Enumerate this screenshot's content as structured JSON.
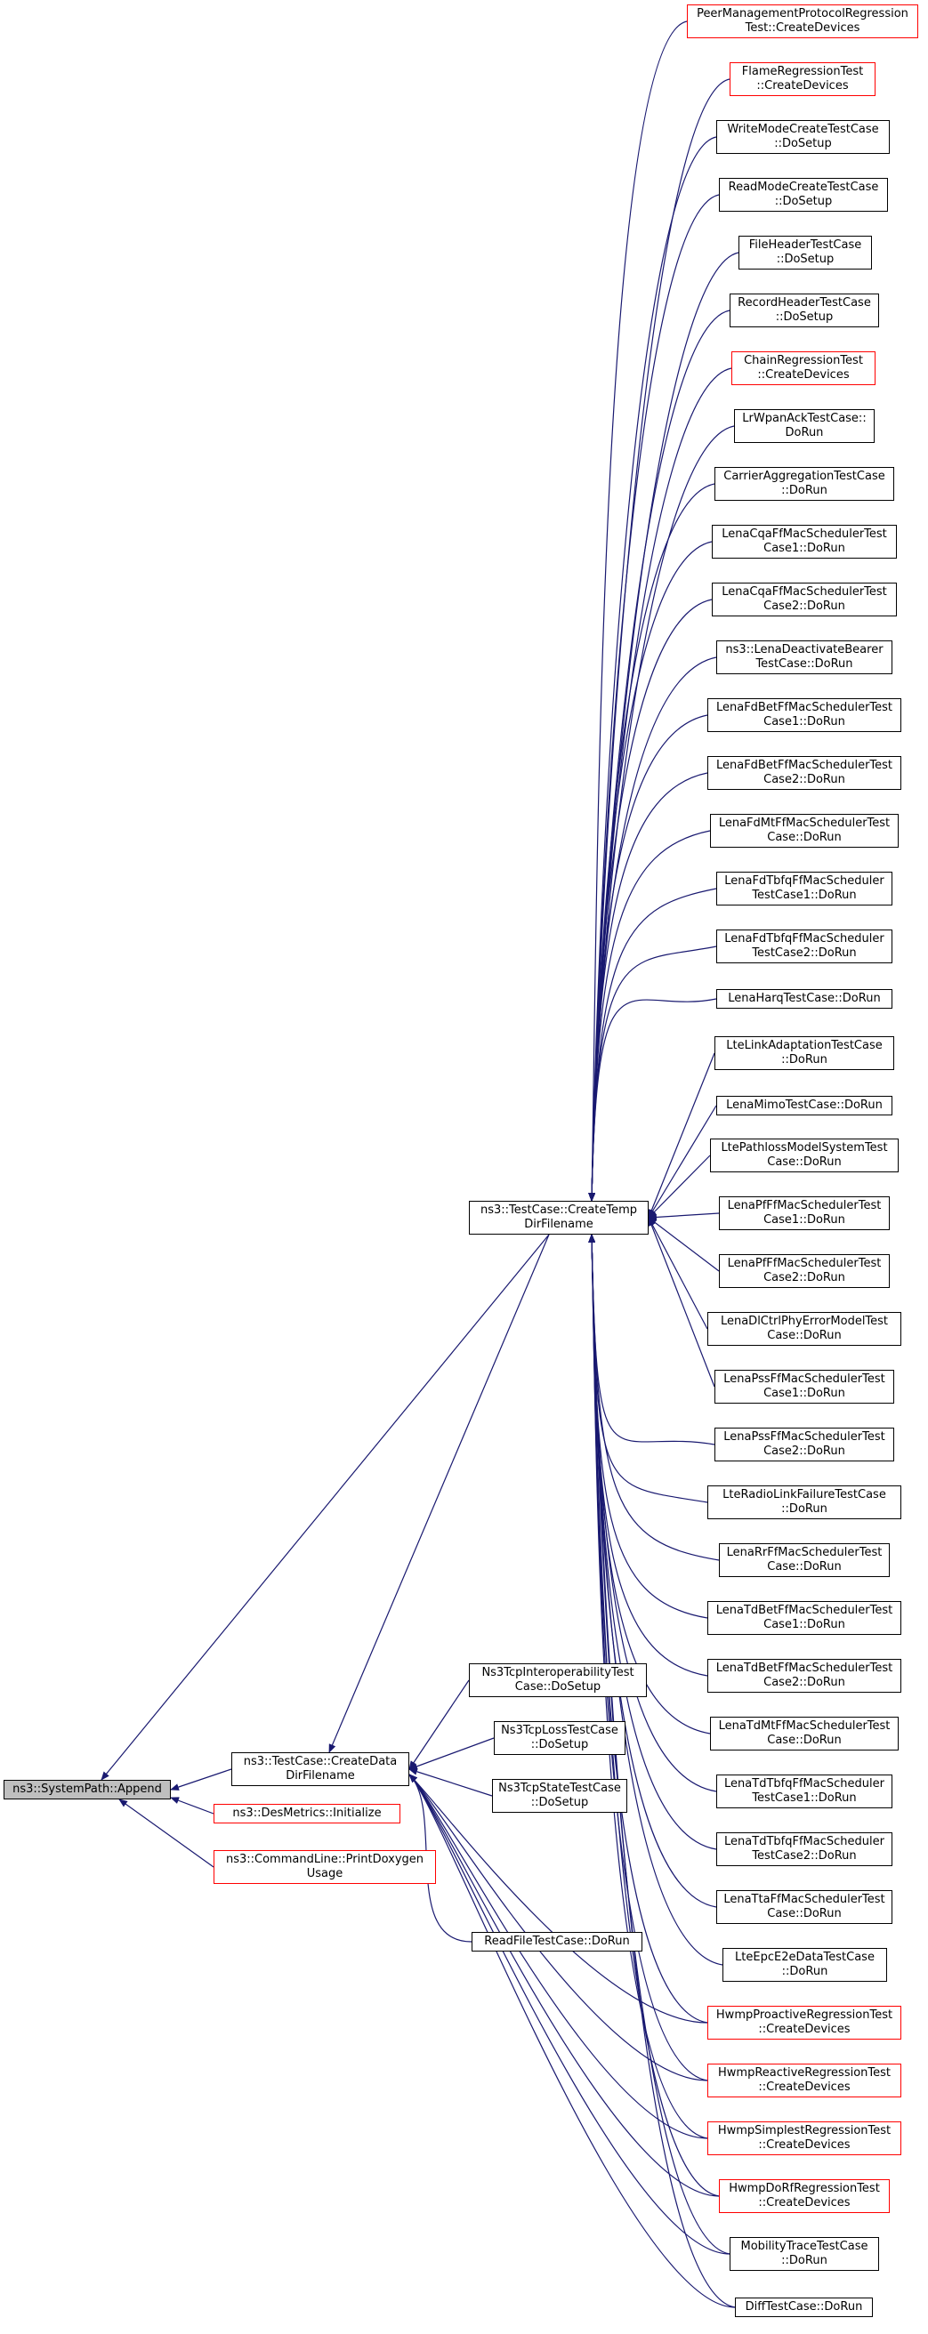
{
  "diagram": {
    "title": "",
    "root": {
      "id": "append",
      "label": "ns3::SystemPath::Append",
      "style": "root"
    },
    "nodes": [
      {
        "id": "peer",
        "label": "PeerManagementProtocolRegression\nTest::CreateDevices",
        "style": "red"
      },
      {
        "id": "flame",
        "label": "FlameRegressionTest\n::CreateDevices",
        "style": "red"
      },
      {
        "id": "writemode",
        "label": "WriteModeCreateTestCase\n::DoSetup",
        "style": "black"
      },
      {
        "id": "readmode",
        "label": "ReadModeCreateTestCase\n::DoSetup",
        "style": "black"
      },
      {
        "id": "fileheader",
        "label": "FileHeaderTestCase\n::DoSetup",
        "style": "black"
      },
      {
        "id": "recordheader",
        "label": "RecordHeaderTestCase\n::DoSetup",
        "style": "black"
      },
      {
        "id": "chain",
        "label": "ChainRegressionTest\n::CreateDevices",
        "style": "red"
      },
      {
        "id": "lrwpan",
        "label": "LrWpanAckTestCase::\nDoRun",
        "style": "black"
      },
      {
        "id": "carrier",
        "label": "CarrierAggregationTestCase\n::DoRun",
        "style": "black"
      },
      {
        "id": "cqa1",
        "label": "LenaCqaFfMacSchedulerTest\nCase1::DoRun",
        "style": "black"
      },
      {
        "id": "cqa2",
        "label": "LenaCqaFfMacSchedulerTest\nCase2::DoRun",
        "style": "black"
      },
      {
        "id": "deactivate",
        "label": "ns3::LenaDeactivateBearer\nTestCase::DoRun",
        "style": "black"
      },
      {
        "id": "fdbet1",
        "label": "LenaFdBetFfMacSchedulerTest\nCase1::DoRun",
        "style": "black"
      },
      {
        "id": "fdbet2",
        "label": "LenaFdBetFfMacSchedulerTest\nCase2::DoRun",
        "style": "black"
      },
      {
        "id": "fdmt",
        "label": "LenaFdMtFfMacSchedulerTest\nCase::DoRun",
        "style": "black"
      },
      {
        "id": "fdtbfq1",
        "label": "LenaFdTbfqFfMacScheduler\nTestCase1::DoRun",
        "style": "black"
      },
      {
        "id": "fdtbfq2",
        "label": "LenaFdTbfqFfMacScheduler\nTestCase2::DoRun",
        "style": "black"
      },
      {
        "id": "harq",
        "label": "LenaHarqTestCase::DoRun",
        "style": "black"
      },
      {
        "id": "linkadapt",
        "label": "LteLinkAdaptationTestCase\n::DoRun",
        "style": "black"
      },
      {
        "id": "mimo",
        "label": "LenaMimoTestCase::DoRun",
        "style": "black"
      },
      {
        "id": "pathloss",
        "label": "LtePathlossModelSystemTest\nCase::DoRun",
        "style": "black"
      },
      {
        "id": "pf1",
        "label": "LenaPfFfMacSchedulerTest\nCase1::DoRun",
        "style": "black"
      },
      {
        "id": "pf2",
        "label": "LenaPfFfMacSchedulerTest\nCase2::DoRun",
        "style": "black"
      },
      {
        "id": "dlctrl",
        "label": "LenaDlCtrlPhyErrorModelTest\nCase::DoRun",
        "style": "black"
      },
      {
        "id": "pss1",
        "label": "LenaPssFfMacSchedulerTest\nCase1::DoRun",
        "style": "black"
      },
      {
        "id": "pss2",
        "label": "LenaPssFfMacSchedulerTest\nCase2::DoRun",
        "style": "black"
      },
      {
        "id": "rlf",
        "label": "LteRadioLinkFailureTestCase\n::DoRun",
        "style": "black"
      },
      {
        "id": "rr",
        "label": "LenaRrFfMacSchedulerTest\nCase::DoRun",
        "style": "black"
      },
      {
        "id": "tdbet1",
        "label": "LenaTdBetFfMacSchedulerTest\nCase1::DoRun",
        "style": "black"
      },
      {
        "id": "tdbet2",
        "label": "LenaTdBetFfMacSchedulerTest\nCase2::DoRun",
        "style": "black"
      },
      {
        "id": "tdmt",
        "label": "LenaTdMtFfMacSchedulerTest\nCase::DoRun",
        "style": "black"
      },
      {
        "id": "tdtbfq1",
        "label": "LenaTdTbfqFfMacScheduler\nTestCase1::DoRun",
        "style": "black"
      },
      {
        "id": "tdtbfq2",
        "label": "LenaTdTbfqFfMacScheduler\nTestCase2::DoRun",
        "style": "black"
      },
      {
        "id": "tta",
        "label": "LenaTtaFfMacSchedulerTest\nCase::DoRun",
        "style": "black"
      },
      {
        "id": "epce2e",
        "label": "LteEpcE2eDataTestCase\n::DoRun",
        "style": "black"
      },
      {
        "id": "hwmpproactive",
        "label": "HwmpProactiveRegressionTest\n::CreateDevices",
        "style": "red"
      },
      {
        "id": "hwmpreactive",
        "label": "HwmpReactiveRegressionTest\n::CreateDevices",
        "style": "red"
      },
      {
        "id": "hwmpsimplest",
        "label": "HwmpSimplestRegressionTest\n::CreateDevices",
        "style": "red"
      },
      {
        "id": "hwmpdorf",
        "label": "HwmpDoRfRegressionTest\n::CreateDevices",
        "style": "red"
      },
      {
        "id": "mobility",
        "label": "MobilityTraceTestCase\n::DoRun",
        "style": "black"
      },
      {
        "id": "difftest",
        "label": "DiffTestCase::DoRun",
        "style": "black"
      },
      {
        "id": "createtemp",
        "label": "ns3::TestCase::CreateTemp\nDirFilename",
        "style": "black"
      },
      {
        "id": "ns3tcpinterop",
        "label": "Ns3TcpInteroperabilityTest\nCase::DoSetup",
        "style": "black"
      },
      {
        "id": "ns3tcploss",
        "label": "Ns3TcpLossTestCase\n::DoSetup",
        "style": "black"
      },
      {
        "id": "ns3tcpstate",
        "label": "Ns3TcpStateTestCase\n::DoSetup",
        "style": "black"
      },
      {
        "id": "readfile",
        "label": "ReadFileTestCase::DoRun",
        "style": "black"
      },
      {
        "id": "createdata",
        "label": "ns3::TestCase::CreateData\nDirFilename",
        "style": "black"
      },
      {
        "id": "desmetrics",
        "label": "ns3::DesMetrics::Initialize",
        "style": "red"
      },
      {
        "id": "cmdline",
        "label": "ns3::CommandLine::PrintDoxygen\nUsage",
        "style": "red"
      }
    ],
    "edges": [
      [
        "createtemp",
        "append"
      ],
      [
        "createdata",
        "append"
      ],
      [
        "desmetrics",
        "append"
      ],
      [
        "cmdline",
        "append"
      ],
      [
        "createtemp",
        "createdata"
      ],
      [
        "ns3tcpinterop",
        "createdata"
      ],
      [
        "ns3tcploss",
        "createdata"
      ],
      [
        "ns3tcpstate",
        "createdata"
      ],
      [
        "readfile",
        "createdata"
      ],
      [
        "hwmpproactive",
        "createdata"
      ],
      [
        "hwmpreactive",
        "createdata"
      ],
      [
        "hwmpsimplest",
        "createdata"
      ],
      [
        "hwmpdorf",
        "createdata"
      ],
      [
        "mobility",
        "createdata"
      ],
      [
        "difftest",
        "createdata"
      ],
      [
        "peer",
        "createtemp"
      ],
      [
        "flame",
        "createtemp"
      ],
      [
        "writemode",
        "createtemp"
      ],
      [
        "readmode",
        "createtemp"
      ],
      [
        "fileheader",
        "createtemp"
      ],
      [
        "recordheader",
        "createtemp"
      ],
      [
        "chain",
        "createtemp"
      ],
      [
        "lrwpan",
        "createtemp"
      ],
      [
        "carrier",
        "createtemp"
      ],
      [
        "cqa1",
        "createtemp"
      ],
      [
        "cqa2",
        "createtemp"
      ],
      [
        "deactivate",
        "createtemp"
      ],
      [
        "fdbet1",
        "createtemp"
      ],
      [
        "fdbet2",
        "createtemp"
      ],
      [
        "fdmt",
        "createtemp"
      ],
      [
        "fdtbfq1",
        "createtemp"
      ],
      [
        "fdtbfq2",
        "createtemp"
      ],
      [
        "harq",
        "createtemp"
      ],
      [
        "linkadapt",
        "createtemp"
      ],
      [
        "mimo",
        "createtemp"
      ],
      [
        "pathloss",
        "createtemp"
      ],
      [
        "pf1",
        "createtemp"
      ],
      [
        "pf2",
        "createtemp"
      ],
      [
        "dlctrl",
        "createtemp"
      ],
      [
        "pss1",
        "createtemp"
      ],
      [
        "pss2",
        "createtemp"
      ],
      [
        "rlf",
        "createtemp"
      ],
      [
        "rr",
        "createtemp"
      ],
      [
        "tdbet1",
        "createtemp"
      ],
      [
        "tdbet2",
        "createtemp"
      ],
      [
        "tdmt",
        "createtemp"
      ],
      [
        "tdtbfq1",
        "createtemp"
      ],
      [
        "tdtbfq2",
        "createtemp"
      ],
      [
        "tta",
        "createtemp"
      ],
      [
        "epce2e",
        "createtemp"
      ],
      [
        "hwmpproactive",
        "createtemp"
      ],
      [
        "hwmpreactive",
        "createtemp"
      ],
      [
        "hwmpsimplest",
        "createtemp"
      ],
      [
        "hwmpdorf",
        "createtemp"
      ],
      [
        "mobility",
        "createtemp"
      ],
      [
        "difftest",
        "createtemp"
      ]
    ],
    "colors": {
      "edge": "#191970",
      "red_border": "#ff0000",
      "black_border": "#000000",
      "root_fill": "#bfbfbf"
    }
  }
}
